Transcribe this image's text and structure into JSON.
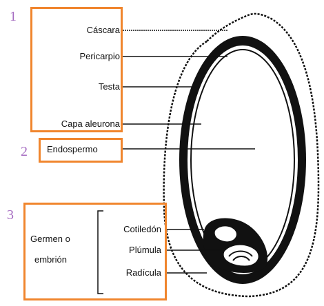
{
  "groups": [
    {
      "number": "1",
      "labels": [
        "Cáscara",
        "Pericarpio",
        "Testa",
        "Capa aleurona"
      ]
    },
    {
      "number": "2",
      "labels": [
        "Endospermo"
      ]
    },
    {
      "number": "3",
      "group_label": [
        "Germen o",
        "embrión"
      ],
      "labels": [
        "Cotiledón",
        "Plúmula",
        "Radícula"
      ]
    }
  ],
  "colors": {
    "box_border": "#f0852d",
    "number": "#a56cc1",
    "ink": "#111111"
  }
}
